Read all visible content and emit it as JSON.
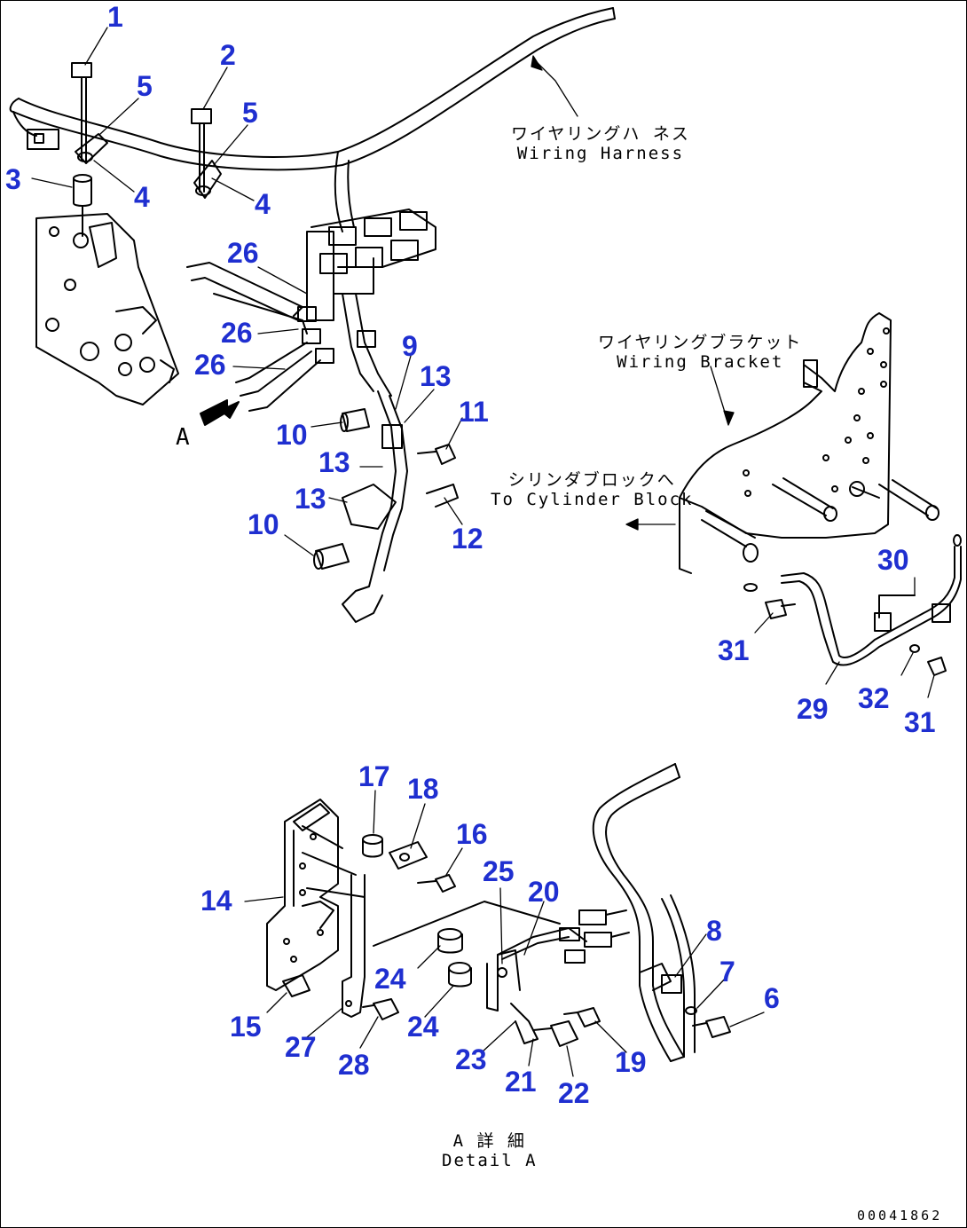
{
  "callout_color": "#1f2fd0",
  "callouts": [
    "1",
    "2",
    "5",
    "5",
    "3",
    "4",
    "4",
    "26",
    "26",
    "26",
    "9",
    "13",
    "11",
    "10",
    "13",
    "13",
    "10",
    "12",
    "30",
    "31",
    "29",
    "32",
    "31",
    "17",
    "18",
    "16",
    "25",
    "20",
    "14",
    "8",
    "7",
    "6",
    "24",
    "24",
    "15",
    "27",
    "28",
    "23",
    "21",
    "22",
    "19"
  ],
  "labels": {
    "wiring_harness_jp": "ワイヤリングハ ネス",
    "wiring_harness_en": "Wiring Harness",
    "wiring_bracket_jp": "ワイヤリングブラケット",
    "wiring_bracket_en": "Wiring Bracket",
    "to_cylinder_block_jp": "シリンダブロックへ",
    "to_cylinder_block_en": "To Cylinder Block",
    "detail_a_jp": "A 詳 細",
    "detail_a_en": "Detail A",
    "view_a": "A"
  },
  "drawing_number": "00041862"
}
